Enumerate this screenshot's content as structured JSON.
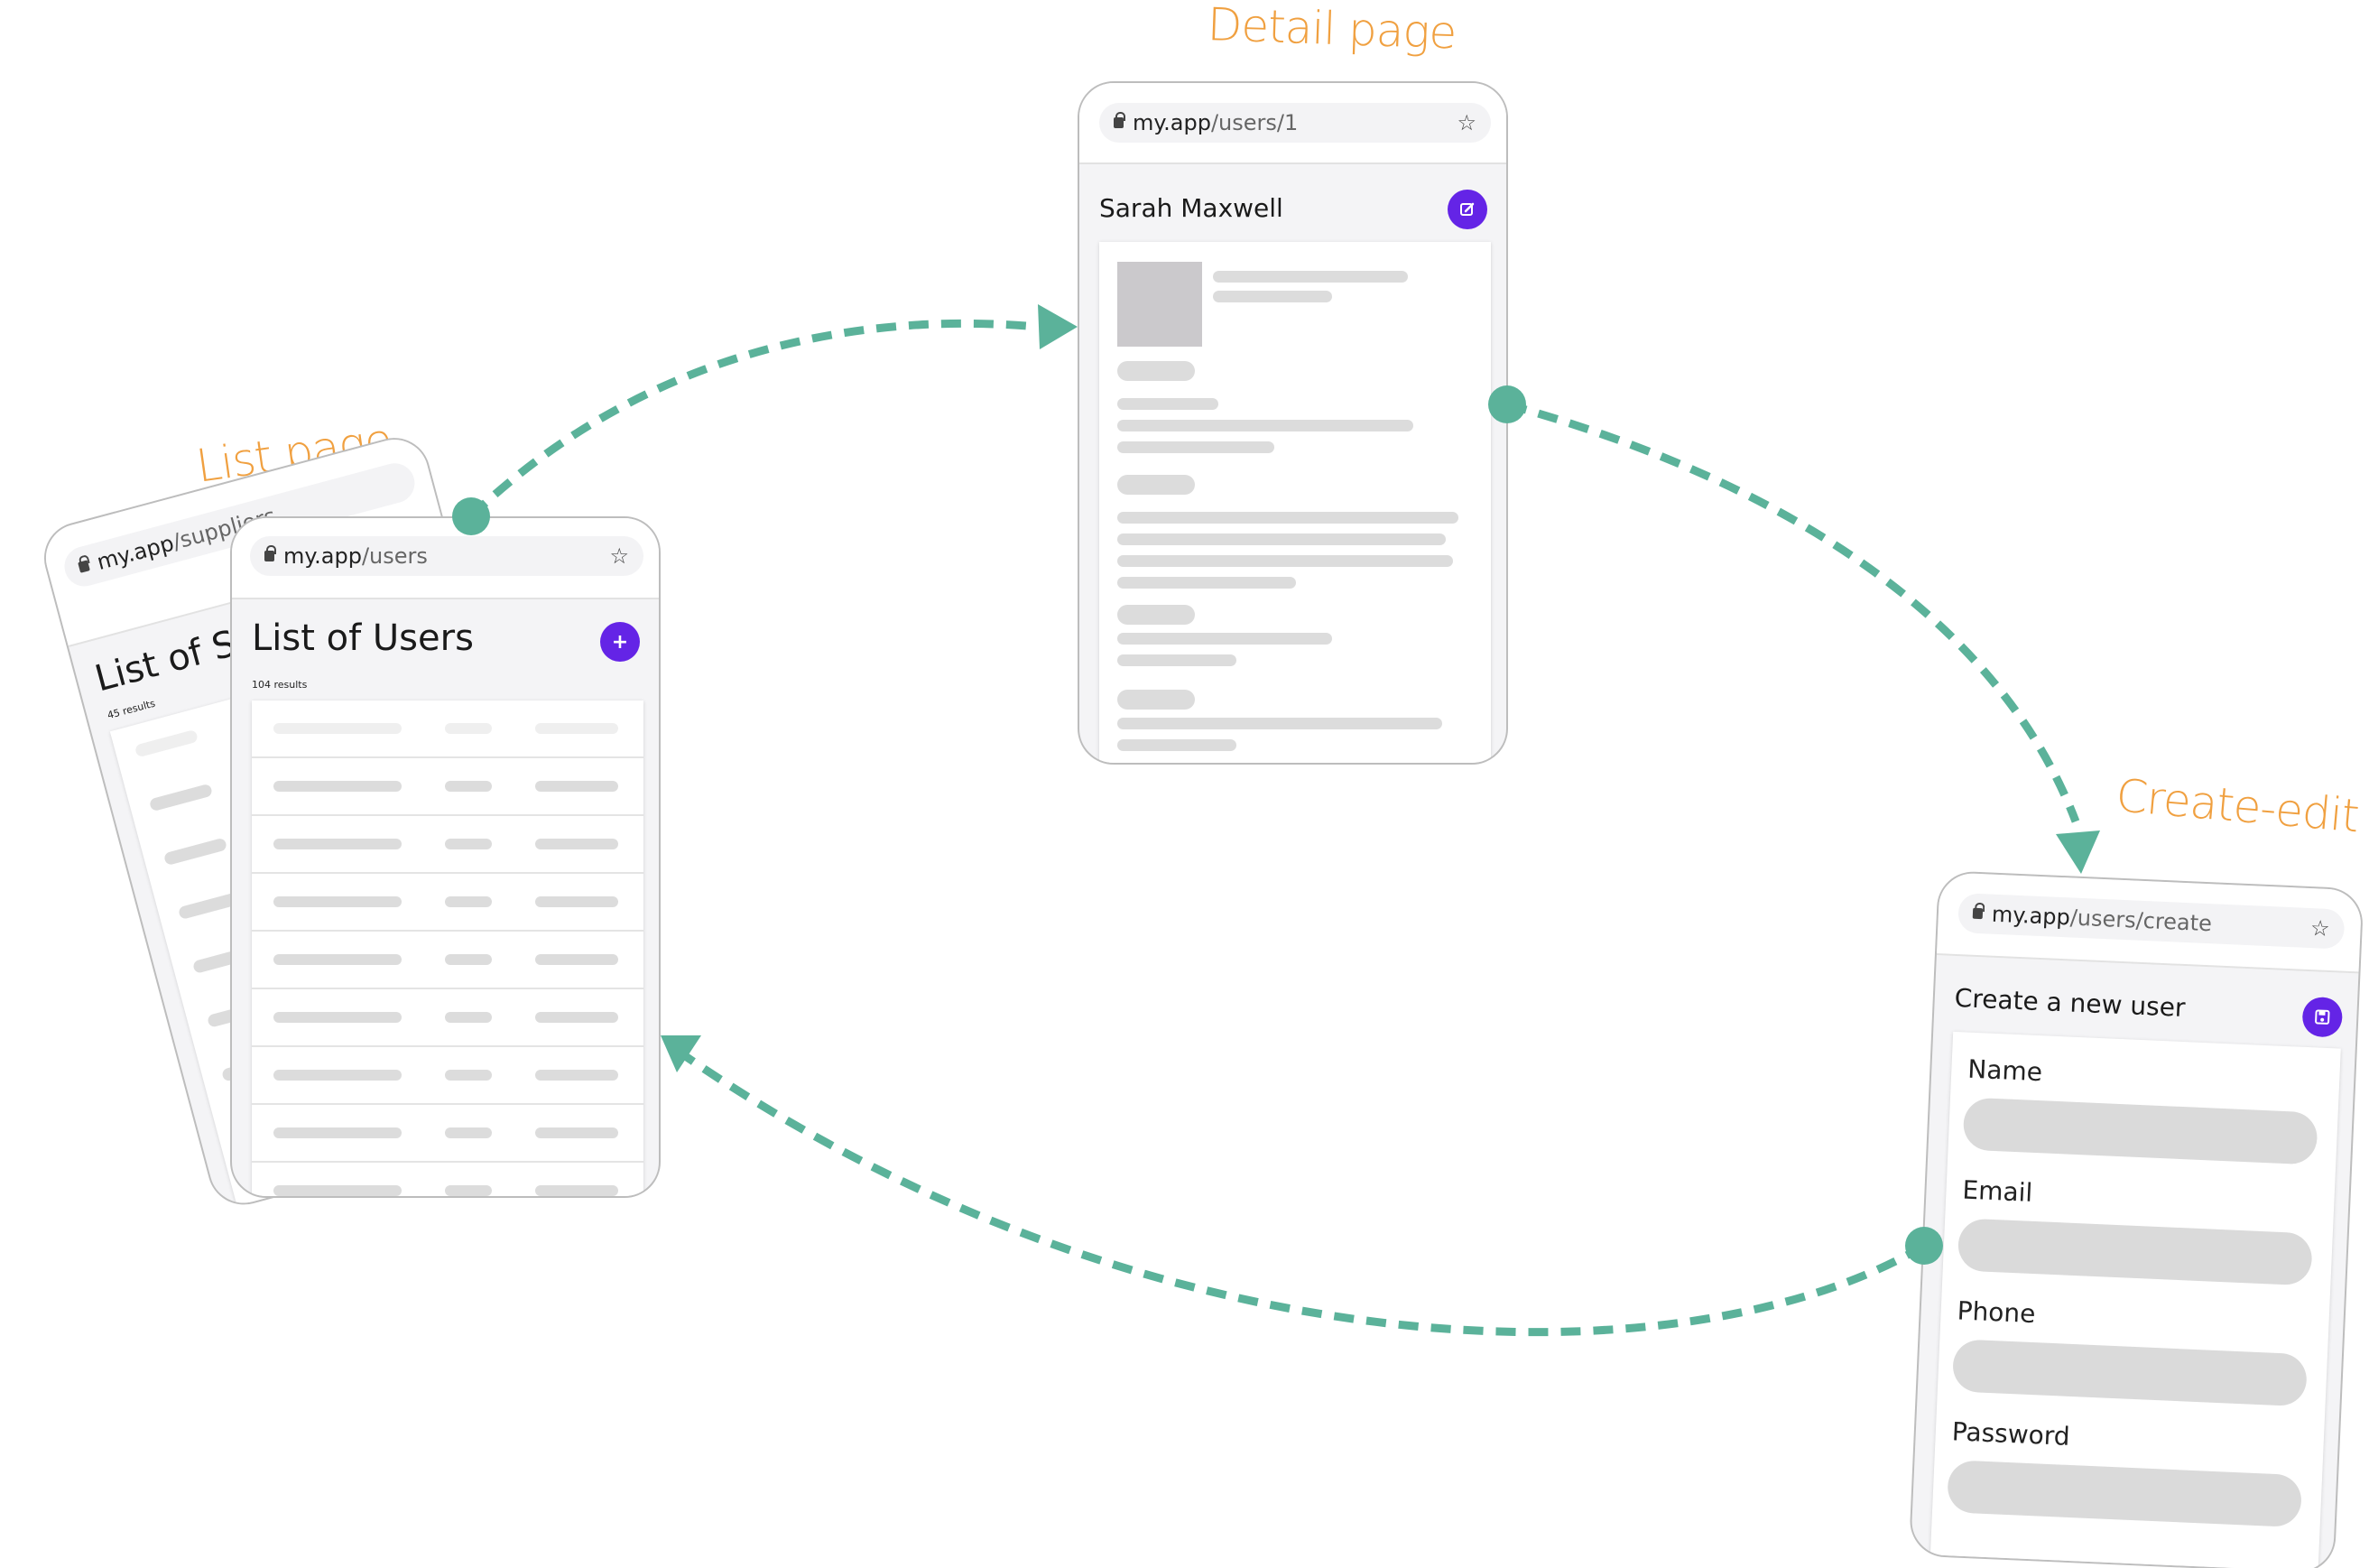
{
  "colors": {
    "label": "#f0a040",
    "arrow": "#5bb29a",
    "fab": "#6424e6",
    "skeleton": "#dcdcdc"
  },
  "labels": {
    "detail": "Detail page",
    "list": "List page",
    "create_edit": "Create-edit page"
  },
  "suppliers_screen": {
    "url_domain": "my.app",
    "url_path": "/suppliers",
    "title": "List of Sup",
    "results": "45 results"
  },
  "list_screen": {
    "url_domain": "my.app",
    "url_path": "/users",
    "title": "List of Users",
    "results": "104 results",
    "add_icon": "plus-icon",
    "rows": 9
  },
  "detail_screen": {
    "url_domain": "my.app",
    "url_path": "/users/1",
    "title": "Sarah Maxwell",
    "edit_icon": "edit-icon"
  },
  "create_screen": {
    "url_domain": "my.app",
    "url_path": "/users/create",
    "title": "Create a new user",
    "save_icon": "save-icon",
    "fields": [
      "Name",
      "Email",
      "Phone",
      "Password"
    ]
  }
}
